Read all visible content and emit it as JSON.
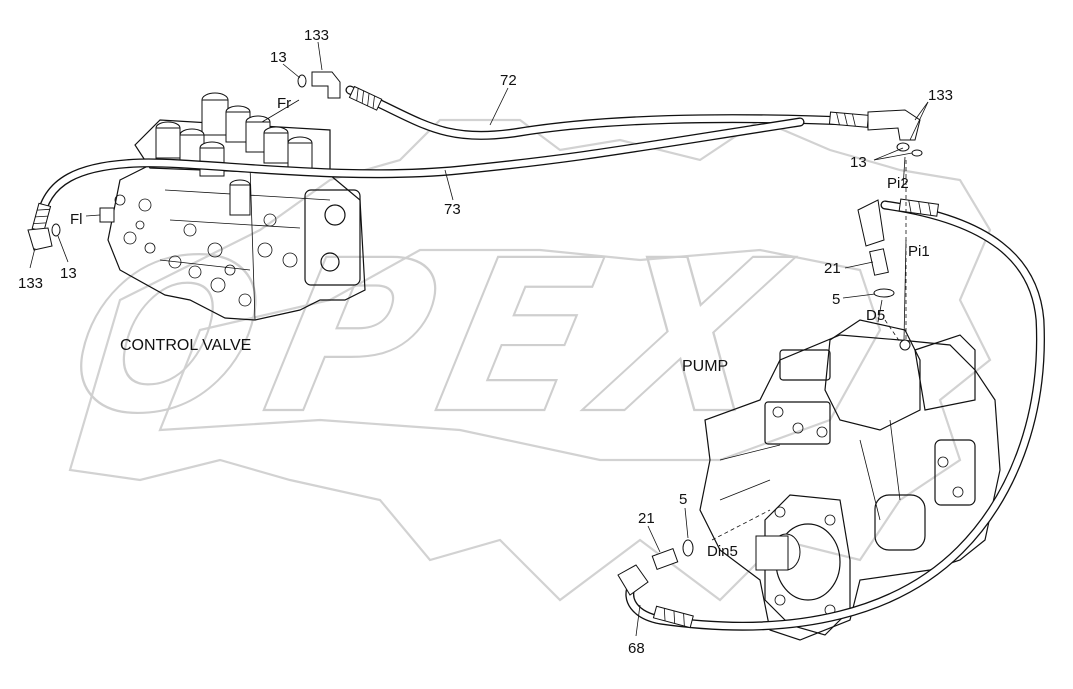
{
  "labels": {
    "control_valve": "CONTROL VALVE",
    "pump": "PUMP",
    "fr": "Fr",
    "fl": "Fl",
    "pi2": "Pi2",
    "pi1": "Pi1",
    "d5": "D5",
    "din5": "Din5"
  },
  "callouts": {
    "c133_top": "133",
    "c13_top": "13",
    "c72": "72",
    "c73": "73",
    "c133_left": "133",
    "c13_left": "13",
    "c133_right": "133",
    "c13_right": "13",
    "c21_upper": "21",
    "c5_upper": "5",
    "c21_lower": "21",
    "c5_lower": "5",
    "c68": "68"
  },
  "watermark": {
    "text": "OPEX"
  }
}
